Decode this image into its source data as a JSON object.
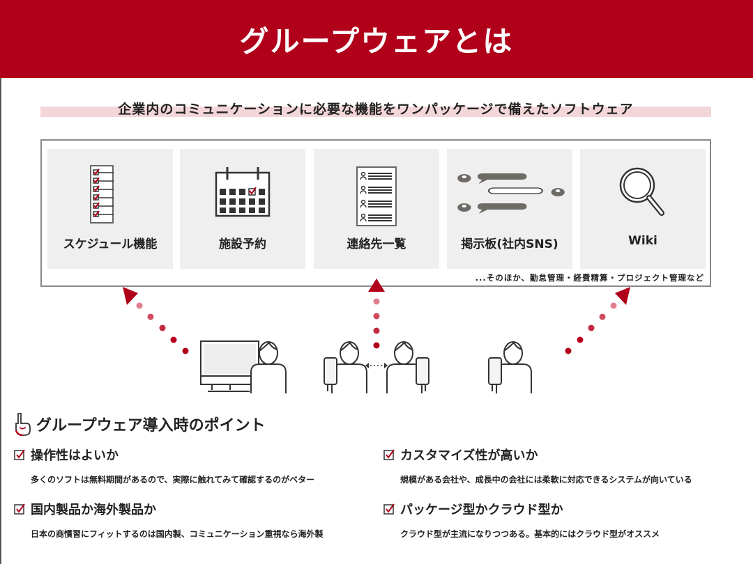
{
  "header": {
    "title": "グループウェアとは"
  },
  "subtitle": "企業内のコミュニケーションに必要な機能をワンパッケージで備えたソフトウェア",
  "features": [
    {
      "label": "スケジュール機能",
      "icon": "checklist-icon"
    },
    {
      "label": "施設予約",
      "icon": "calendar-icon"
    },
    {
      "label": "連絡先一覧",
      "icon": "contact-list-icon"
    },
    {
      "label": "掲示板(社内SNS)",
      "icon": "chat-icon"
    },
    {
      "label": "Wiki",
      "icon": "magnifier-icon"
    }
  ],
  "more_note": "...そのほか、勤怠管理・経費精算・プロジェクト管理など",
  "points": {
    "heading": "グループウェア導入時のポイント",
    "items": [
      {
        "title": "操作性はよいか",
        "desc": "多くのソフトは無料期間があるので、実際に触れてみて確認するのがベター"
      },
      {
        "title": "カスタマイズ性が高いか",
        "desc": "規模がある会社や、成長中の会社には柔軟に対応できるシステムが向いている"
      },
      {
        "title": "国内製品か海外製品か",
        "desc": "日本の商慣習にフィットするのは国内製、コミュニケーション重視なら海外製"
      },
      {
        "title": "パッケージ型かクラウド型か",
        "desc": "クラウド型が主流になりつつある。基本的にはクラウド型がオススメ"
      }
    ]
  },
  "colors": {
    "accent": "#b0001a",
    "band": "#f3d6da",
    "card": "#efefef"
  }
}
